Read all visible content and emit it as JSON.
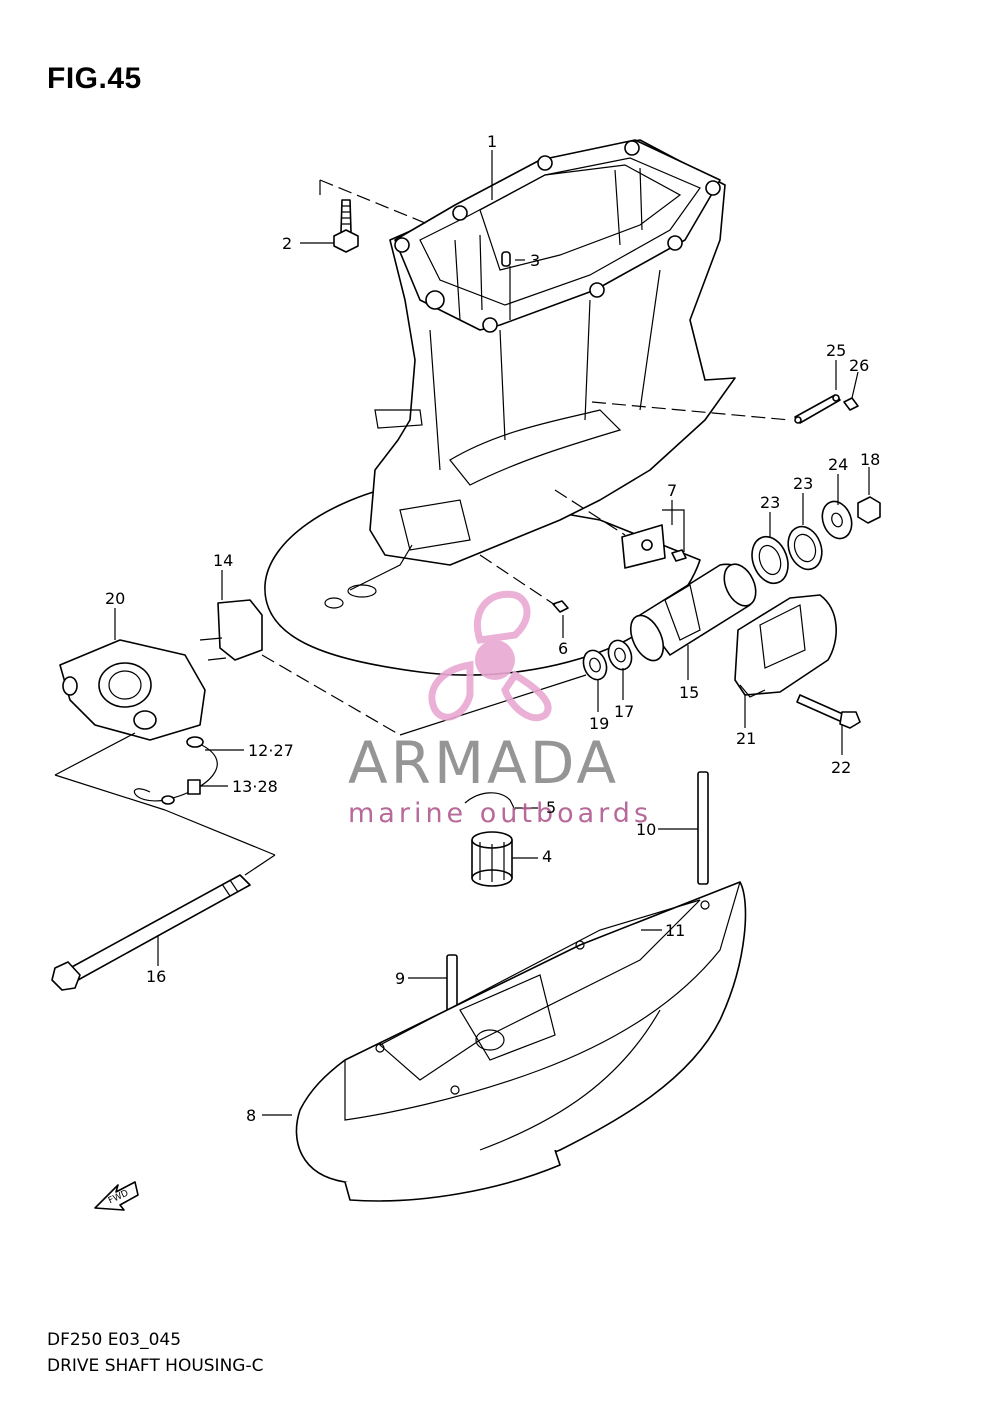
{
  "figure": {
    "title": "FIG.45",
    "code": "DF250 E03_045",
    "name": "DRIVE SHAFT HOUSING-C"
  },
  "watermark": {
    "brand": "ARMADA",
    "tagline": "marine outboards",
    "brand_color": "#e9a8d2",
    "text_color": "#8a8a8a"
  },
  "fwd_marker": "FWD",
  "callouts": {
    "c1": "1",
    "c2": "2",
    "c3": "3",
    "c4": "4",
    "c5": "5",
    "c6": "6",
    "c7": "7",
    "c8": "8",
    "c9": "9",
    "c10": "10",
    "c11": "11",
    "c12": "12·27",
    "c13": "13·28",
    "c14": "14",
    "c15": "15",
    "c16": "16",
    "c17": "17",
    "c18": "18",
    "c19": "19",
    "c20": "20",
    "c21": "21",
    "c22": "22",
    "c23a": "23",
    "c23b": "23",
    "c24": "24",
    "c25": "25",
    "c26": "26"
  }
}
